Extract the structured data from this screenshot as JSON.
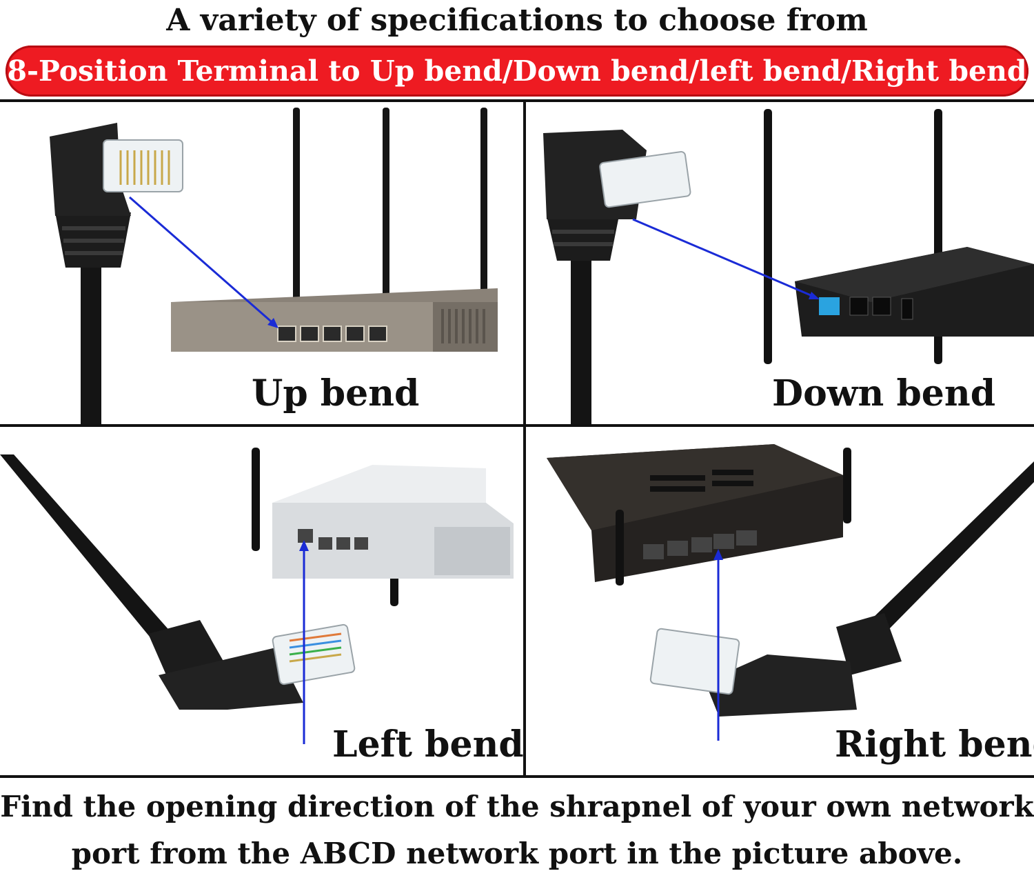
{
  "header": {
    "title": "A variety of specifications to choose from",
    "banner": "8-Position Terminal to Up bend/Down bend/left bend/Right bend"
  },
  "panels": [
    {
      "label": "Up bend"
    },
    {
      "label": "Down bend"
    },
    {
      "label": "Left bend"
    },
    {
      "label": "Right bend"
    }
  ],
  "footer": {
    "line1": "Find the opening direction of the shrapnel of your own network",
    "line2": "port from the ABCD network port in the picture above."
  },
  "colors": {
    "banner": "#ee1b22",
    "arrow": "#1a2bd6",
    "port_highlight": "#2aa3e0"
  }
}
